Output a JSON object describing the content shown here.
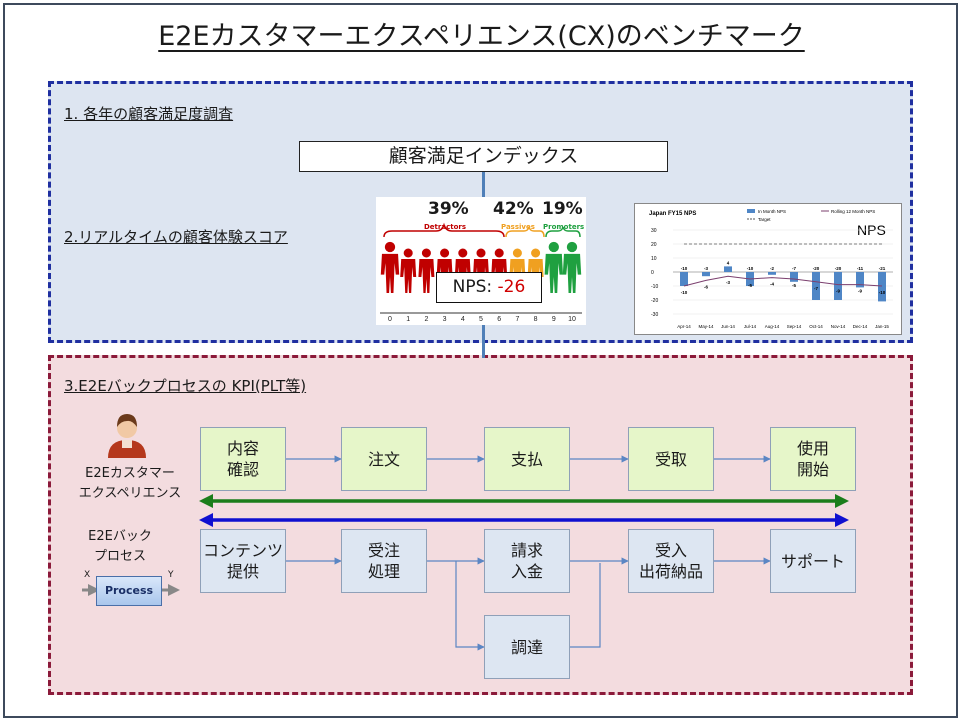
{
  "title": "E2Eカスタマーエクスペリエンス(CX)のベンチマーク",
  "section1": {
    "label1": "1. 各年の顧客満足度調査",
    "label2": "2.リアルタイムの顧客体験スコア",
    "csi_box": "顧客満足インデックス"
  },
  "nps_graphic": {
    "detractors_pct": "39%",
    "passives_pct": "42%",
    "promoters_pct": "19%",
    "detractors_label": "Detractors",
    "passives_label": "Passives",
    "promoters_label": "Promoters",
    "scale": [
      "0",
      "1",
      "2",
      "3",
      "4",
      "5",
      "6",
      "7",
      "8",
      "9",
      "10"
    ],
    "nps_prefix": "NPS: ",
    "nps_value": "-26",
    "colors": {
      "detractor": "#c00000",
      "passive": "#f0a020",
      "promoter": "#1fa040",
      "value": "#d00000"
    }
  },
  "chart_data": {
    "type": "bar",
    "title": "Japan FY15 NPS",
    "overlay_label": "NPS",
    "legend": [
      "In Month NPS",
      "Target",
      "Rolling 12 Month NPS"
    ],
    "categories": [
      "Apr-14",
      "May-14",
      "Jun-14",
      "Jul-14",
      "Aug-14",
      "Sep-14",
      "Oct-14",
      "Nov-14",
      "Dec-14",
      "Jan-15"
    ],
    "series": [
      {
        "name": "In Month NPS",
        "values": [
          -10,
          -3,
          4,
          -10,
          -2,
          -7,
          -20,
          -20,
          -11,
          -21
        ]
      },
      {
        "name": "Rolling 12 Month NPS",
        "values": [
          -10,
          -6,
          -3,
          -5,
          -4,
          -5,
          -7,
          -9,
          -9,
          -10
        ]
      },
      {
        "name": "Target",
        "values": [
          20,
          20,
          20,
          20,
          20,
          20,
          20,
          20,
          20,
          20
        ]
      }
    ],
    "yticks": [
      "30",
      "20",
      "10",
      "0",
      "-10",
      "-20",
      "-30"
    ],
    "ylim": [
      -30,
      30
    ],
    "colors": {
      "bar": "#4f86c6",
      "line": "#7b3f6e",
      "target": "#555555"
    }
  },
  "section2": {
    "label": "3.E2Eバックプロセスの KPI(PLT等)",
    "customer_label": "E2Eカスタマー\nエクスペリエンス",
    "process_label": "E2Eバック\nプロセス",
    "process_box": "Process",
    "x_label": "X",
    "y_label": "Y",
    "cx_steps": [
      "内容\n確認",
      "注文",
      "支払",
      "受取",
      "使用\n開始"
    ],
    "back_steps": [
      "コンテンツ\n提供",
      "受注\n処理",
      "請求\n入金",
      "受入\n出荷納品",
      "サポート",
      "調達"
    ]
  }
}
